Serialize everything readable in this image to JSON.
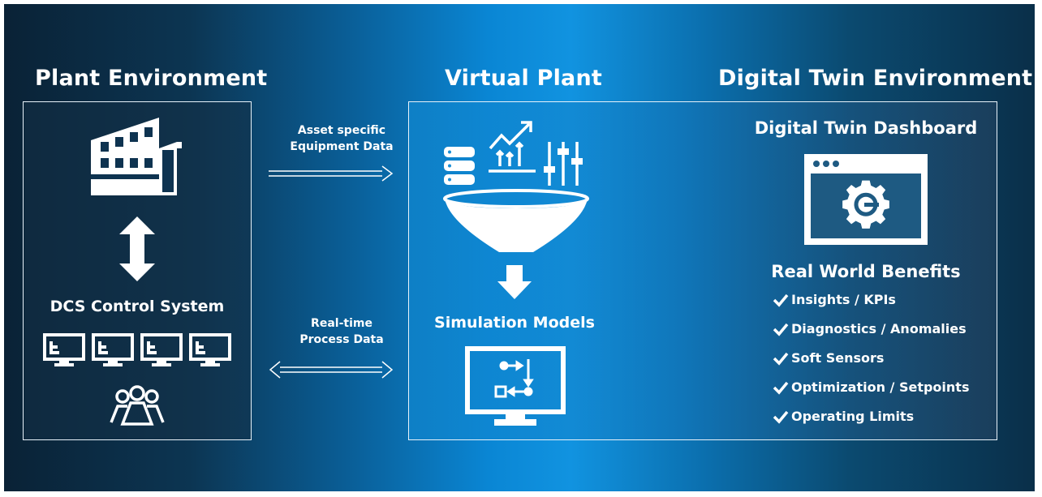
{
  "sections": {
    "plant": "Plant Environment",
    "virtual": "Virtual Plant",
    "twin": "Digital Twin Environment"
  },
  "plant": {
    "dcs_label": "DCS Control System"
  },
  "arrows": {
    "top_line1": "Asset specific",
    "top_line2": "Equipment Data",
    "bottom_line1": "Real-time",
    "bottom_line2": "Process Data"
  },
  "virtual": {
    "simulation_label": "Simulation Models"
  },
  "twin": {
    "dashboard_title": "Digital Twin Dashboard",
    "benefits_title": "Real World Benefits",
    "benefits": [
      "Insights / KPIs",
      "Diagnostics / Anomalies",
      "Soft Sensors",
      "Optimization / Setpoints",
      "Operating Limits"
    ]
  },
  "colors": {
    "foreground": "#ffffff",
    "accent_blue": "#1193e0",
    "dark_navy": "#0a2236"
  }
}
